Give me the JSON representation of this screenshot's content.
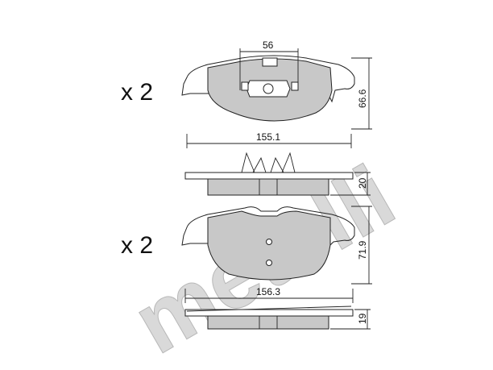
{
  "watermark": {
    "text": "metelli",
    "color": "#d9d9d9"
  },
  "colors": {
    "friction_material": "#c8c8c8",
    "lines": "#222222"
  },
  "pad_set_1": {
    "quantity": "x 2",
    "dim_sensor_spacing": "56",
    "dim_height": "66.6",
    "dim_width": "155.1",
    "dim_thickness": "20"
  },
  "pad_set_2": {
    "quantity": "x 2",
    "dim_height": "71.9",
    "dim_width": "156.3",
    "dim_thickness": "19"
  }
}
